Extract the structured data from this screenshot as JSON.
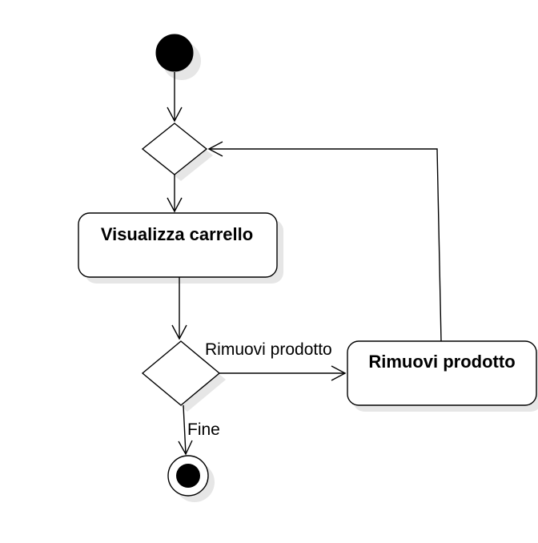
{
  "diagram": {
    "nodes": {
      "visualizza": {
        "label": "Visualizza carrello"
      },
      "rimuovi": {
        "label": "Rimuovi prodotto"
      }
    },
    "edges": {
      "to_rimuovi": {
        "label": "Rimuovi prodotto"
      },
      "to_end": {
        "label": "Fine"
      }
    }
  }
}
